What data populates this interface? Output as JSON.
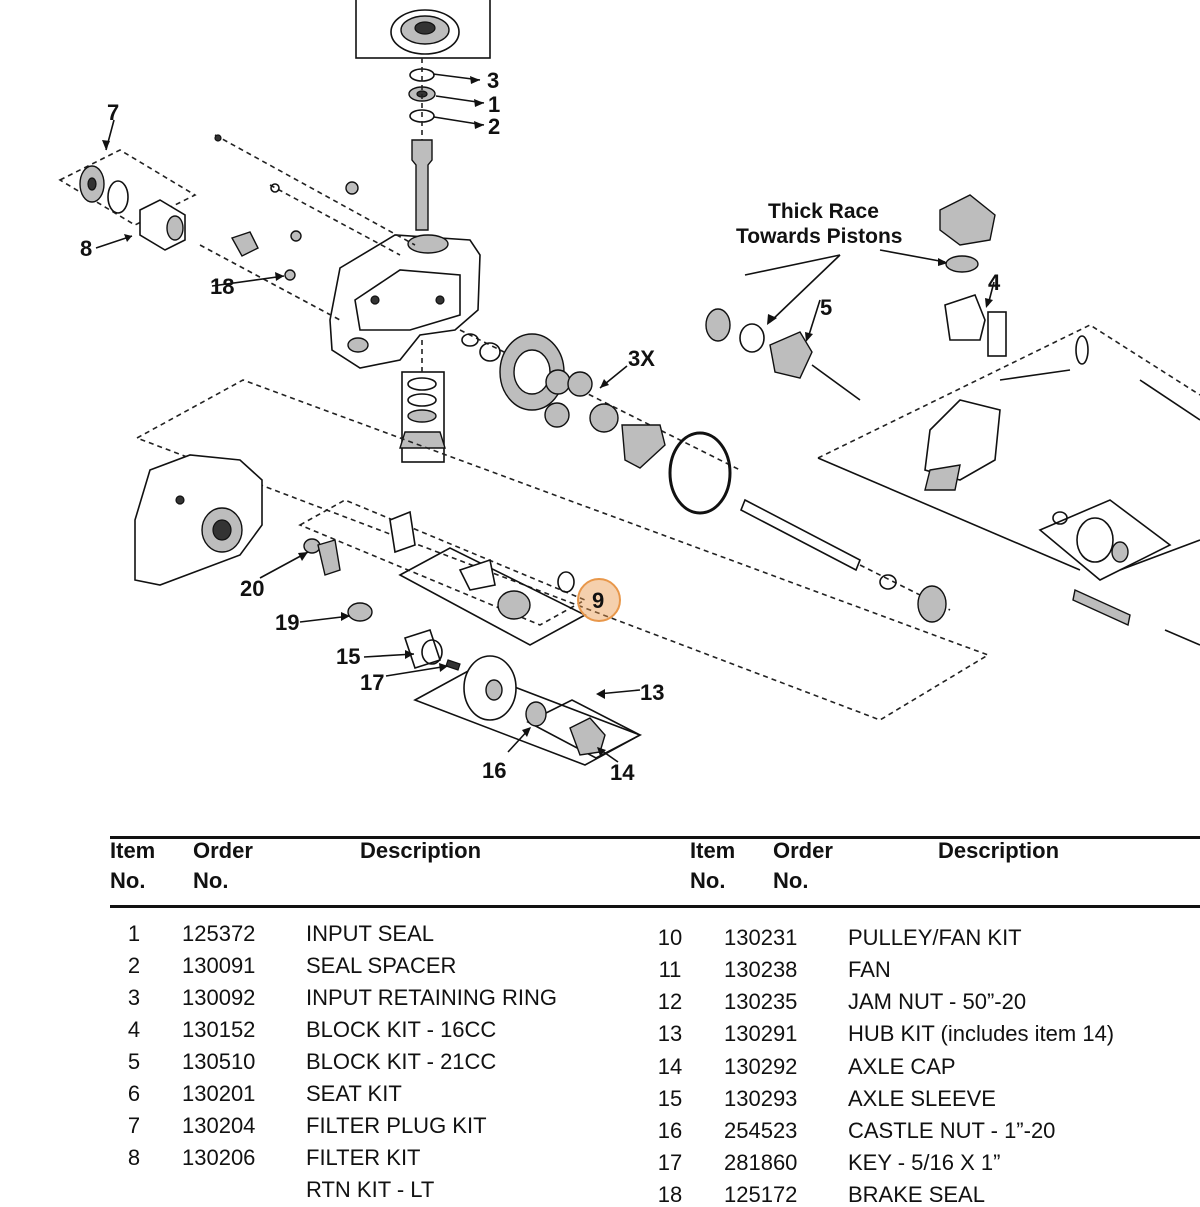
{
  "diagram": {
    "callouts": {
      "c1": "1",
      "c2": "2",
      "c3": "3",
      "c4": "4",
      "c5": "5",
      "c7": "7",
      "c8": "8",
      "c9": "9",
      "c13": "13",
      "c14": "14",
      "c15": "15",
      "c16": "16",
      "c17": "17",
      "c18": "18",
      "c19": "19",
      "c20": "20",
      "c3x": "3X"
    },
    "note_line1": "Thick Race",
    "note_line2": "Towards Pistons",
    "highlight_color": "#e8974a"
  },
  "table": {
    "headers": {
      "item_line1": "Item",
      "item_line2": "No.",
      "order_line1": "Order",
      "order_line2": "No.",
      "description": "Description"
    },
    "left_rows": [
      {
        "item": "1",
        "order": "125372",
        "desc": "INPUT SEAL"
      },
      {
        "item": "2",
        "order": "130091",
        "desc": "SEAL SPACER"
      },
      {
        "item": "3",
        "order": "130092",
        "desc": "INPUT RETAINING RING"
      },
      {
        "item": "4",
        "order": "130152",
        "desc": "BLOCK KIT - 16CC"
      },
      {
        "item": "5",
        "order": "130510",
        "desc": "BLOCK KIT - 21CC"
      },
      {
        "item": "6",
        "order": "130201",
        "desc": "SEAT KIT"
      },
      {
        "item": "7",
        "order": "130204",
        "desc": "FILTER PLUG KIT"
      },
      {
        "item": "8",
        "order": "130206",
        "desc": "FILTER KIT"
      },
      {
        "item": "",
        "order": "",
        "desc": "RTN KIT - LT"
      }
    ],
    "right_rows": [
      {
        "item": "10",
        "order": "130231",
        "desc": "PULLEY/FAN KIT"
      },
      {
        "item": "11",
        "order": "130238",
        "desc": "FAN"
      },
      {
        "item": "12",
        "order": "130235",
        "desc": "JAM NUT - 50”-20"
      },
      {
        "item": "13",
        "order": "130291",
        "desc": "HUB KIT  (includes item 14)"
      },
      {
        "item": "14",
        "order": "130292",
        "desc": "AXLE CAP"
      },
      {
        "item": "15",
        "order": "130293",
        "desc": "AXLE SLEEVE"
      },
      {
        "item": "16",
        "order": "254523",
        "desc": "CASTLE NUT - 1”-20"
      },
      {
        "item": "17",
        "order": "281860",
        "desc": "KEY - 5/16 X 1”"
      },
      {
        "item": "18",
        "order": "125172",
        "desc": "BRAKE SEAL"
      }
    ]
  }
}
